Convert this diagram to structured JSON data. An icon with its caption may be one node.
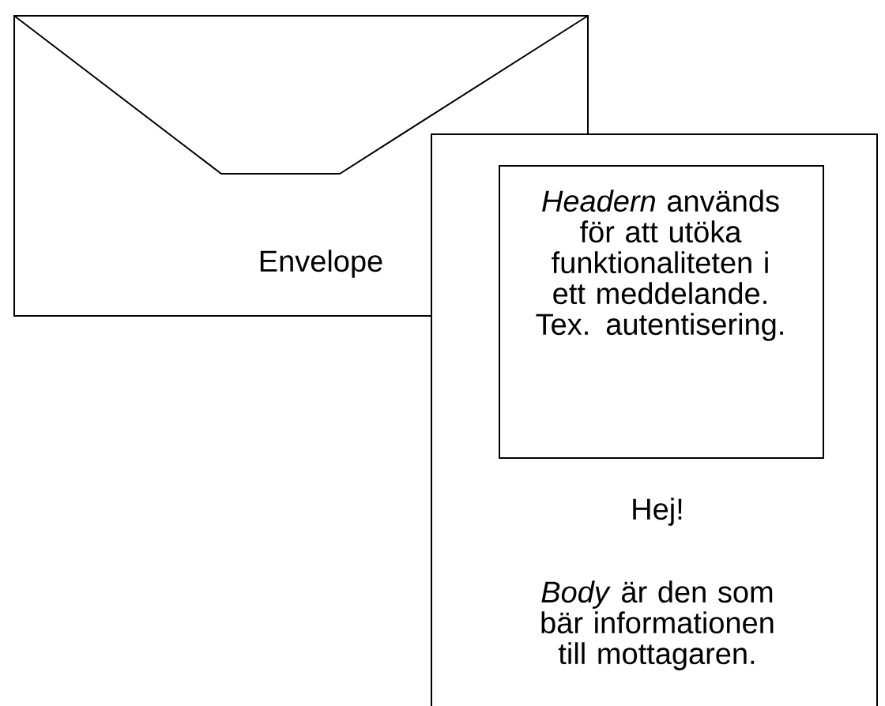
{
  "diagram": {
    "nodes": [
      {
        "text": [
          "Envelope"
        ]
      },
      {
        "text": [
          "Hej!",
          "*Body* är den som bär informationen till mottagaren."
        ]
      },
      {
        "text": [
          "*Headern* används för att utöka funktionaliteten i ett meddelande. Tex. autentisering."
        ],
        "in": 1
      }
    ]
  }
}
